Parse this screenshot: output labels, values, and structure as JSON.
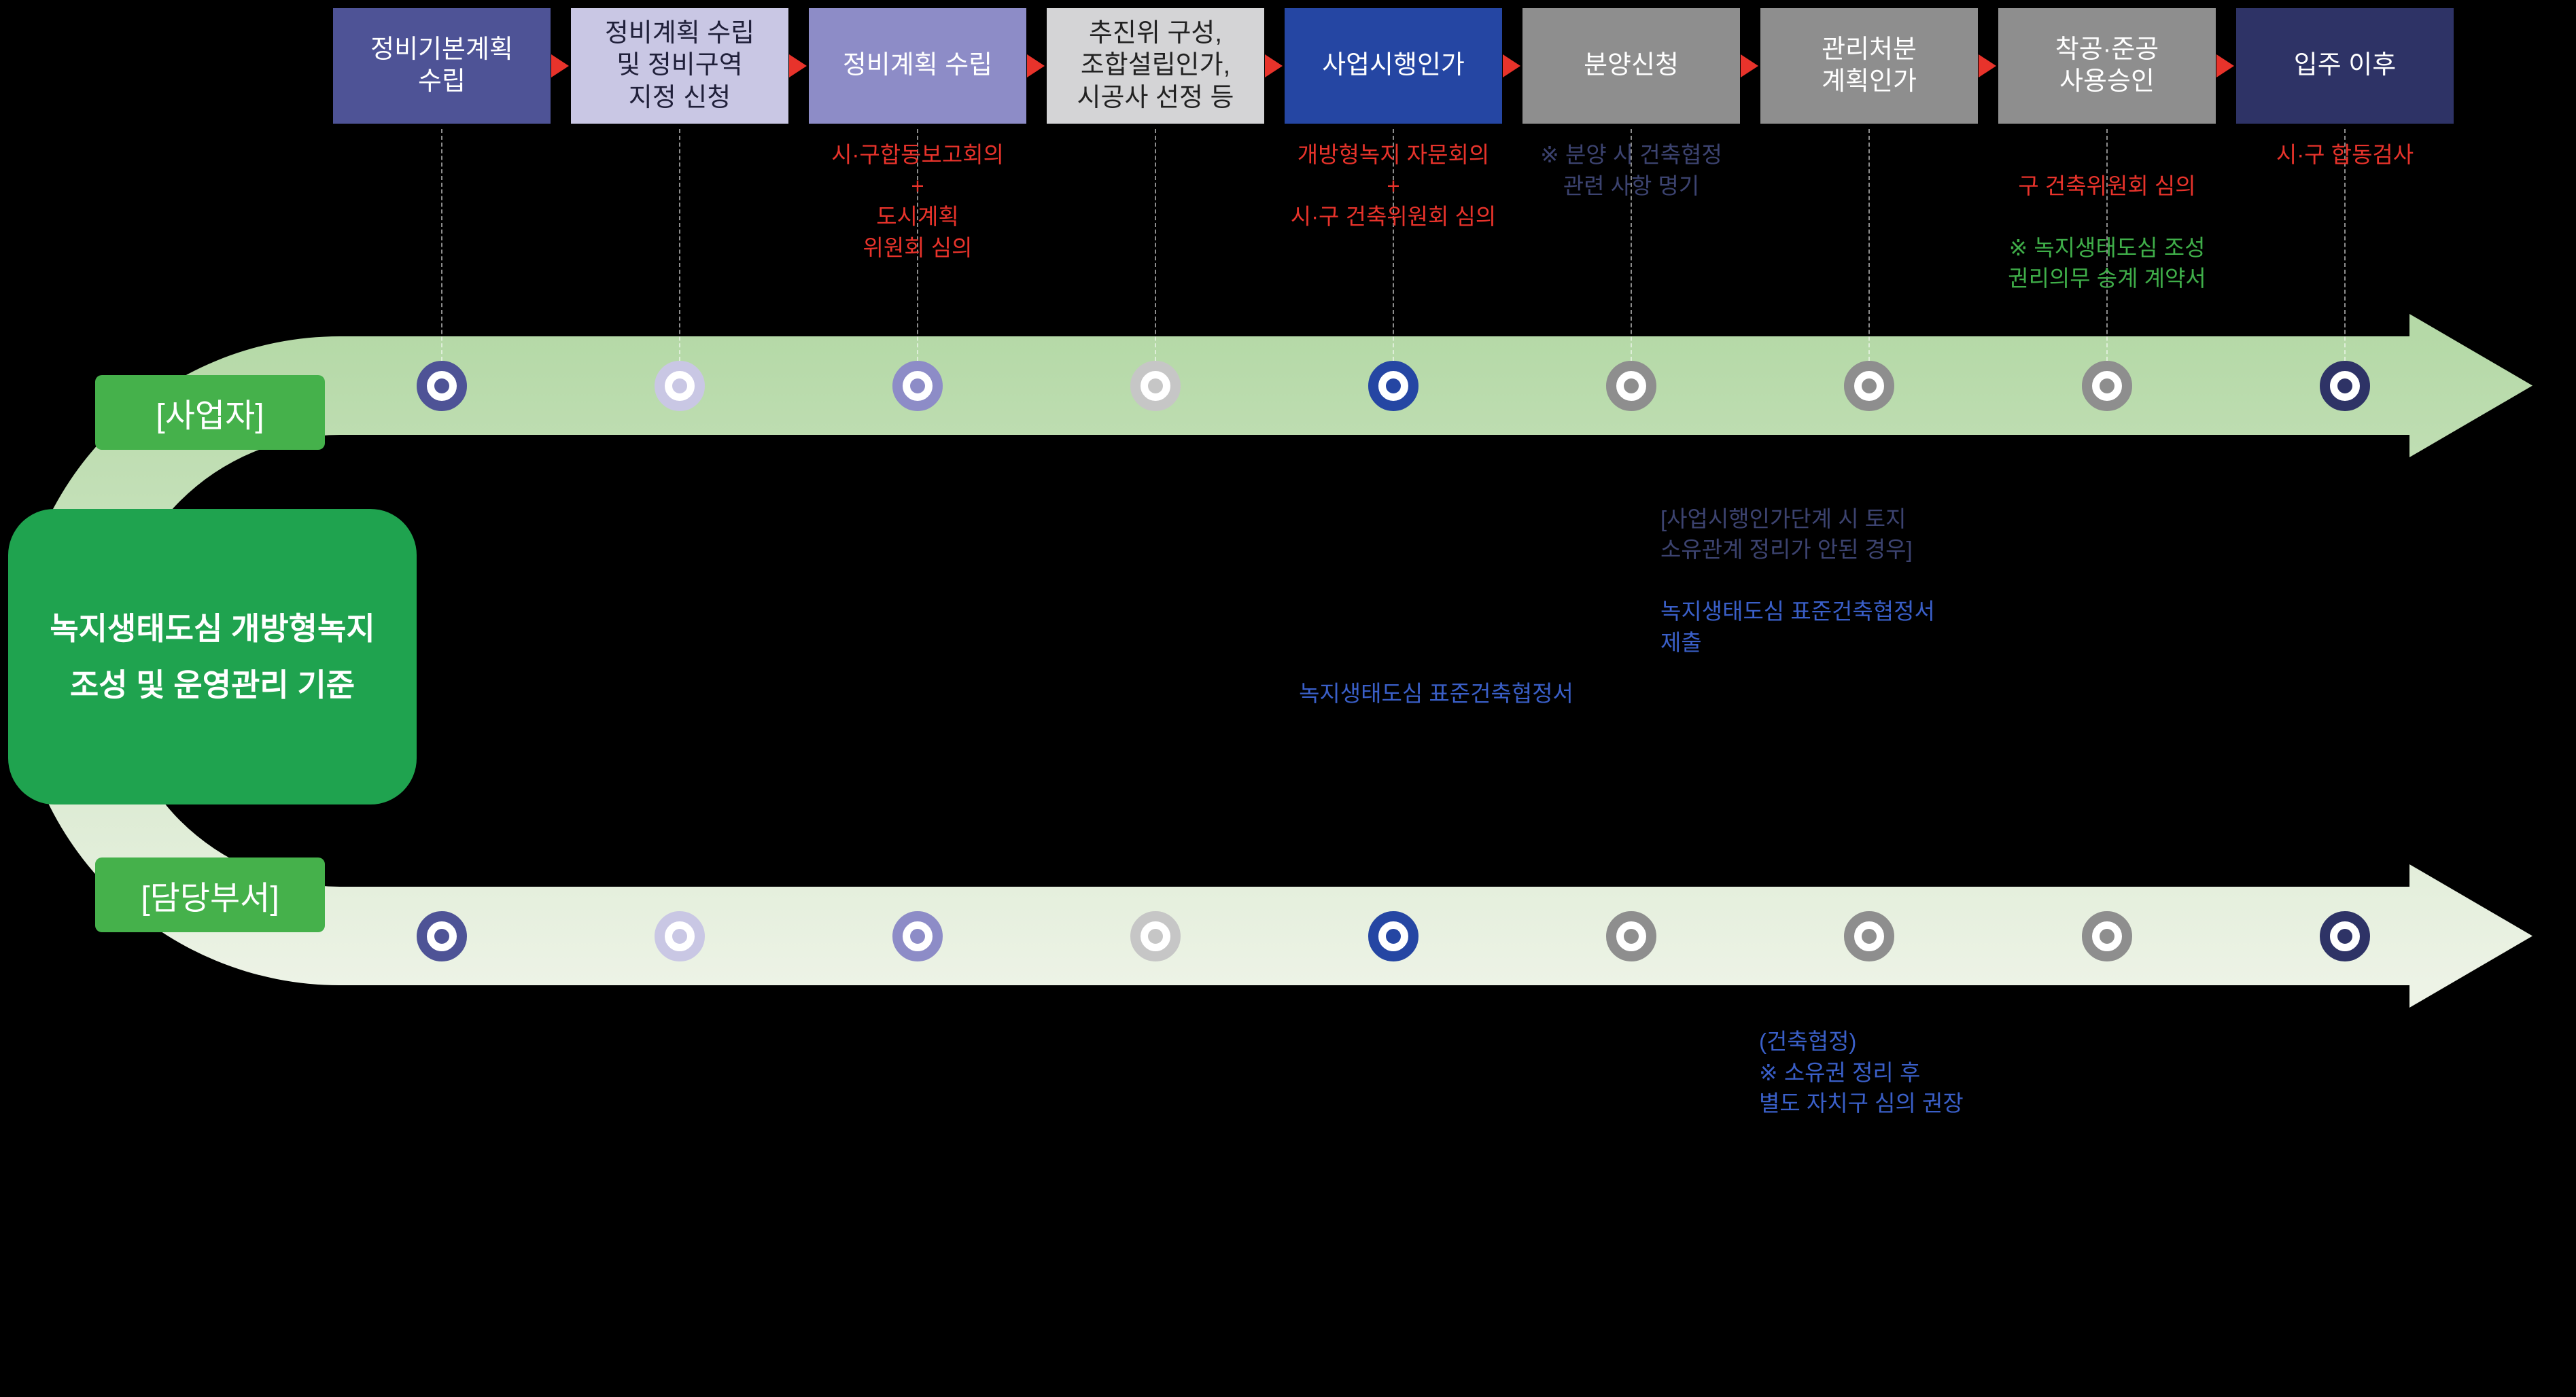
{
  "colors": {
    "background": "#000000",
    "red_accent": "#e8332b",
    "green_accent": "#3fae49",
    "blue_accent": "#3a5fc8",
    "navy_accent": "#3c4370",
    "band_top_green": "#b5d9a7",
    "band_bottom_green": "#edf3e6",
    "lane_label_green": "#45b14b",
    "criteria_box_green": "#1fa34f"
  },
  "stages": [
    {
      "label": "정비기본계획\n수립",
      "style": "background:#4e5396;color:#ffffff",
      "circle_style": "color:#4e5396"
    },
    {
      "label": "정비계획 수립\n및 정비구역\n지정 신청",
      "style": "background:#c9c7e4;color:#20203a",
      "circle_style": "color:#c9c7e4"
    },
    {
      "label": "정비계획 수립",
      "style": "background:#8d8cc7;color:#ffffff",
      "circle_style": "color:#8d8cc7"
    },
    {
      "label": "추진위 구성,\n조합설립인가,\n시공사 선정 등",
      "style": "background:#d4d4d6;color:#222222",
      "circle_style": "color:#c6c6c6"
    },
    {
      "label": "사업시행인가",
      "style": "background:#2546a3;color:#ffffff",
      "circle_style": "color:#2546a3"
    },
    {
      "label": "분양신청",
      "style": "background:#8e8e8e;color:#ffffff",
      "circle_style": "color:#8e8e8e"
    },
    {
      "label": "관리처분\n계획인가",
      "style": "background:#8e8e8e;color:#ffffff",
      "circle_style": "color:#8e8e8e"
    },
    {
      "label": "착공·준공\n사용승인",
      "style": "background:#8e8e8e;color:#ffffff",
      "circle_style": "color:#8e8e8e"
    },
    {
      "label": "입주 이후",
      "style": "background:#2e3366;color:#ffffff",
      "circle_style": "color:#2e3366"
    }
  ],
  "lanes": {
    "top_label": "[사업자]",
    "bottom_label": "[담당부서]"
  },
  "criteria_box": {
    "label": "녹지생태도심 개방형녹지\n조성 및 운영관리 기준"
  },
  "annotations": {
    "plan_review": "시·구합동보고회의\n+\n도시계획\n위원회 심의",
    "approval_review": "개방형녹지 자문회의\n+\n시·구 건축위원회 심의",
    "sale_note": "※ 분양 시 건축협정\n관련 사항 명기",
    "construction_review": "구 건축위원회 심의",
    "construction_note": "※ 녹지생태도심 조성\n권리의무 승계 계약서",
    "movein_review": "시·구 합동검사",
    "land_case_header": "[사업시행인가단계 시 토지\n소유관계 정리가 안된 경우]",
    "land_case_action": "녹지생태도심 표준건축협정서\n제출",
    "agreement_center": "녹지생태도심 표준건축협정서",
    "agreement_note": "(건축협정)\n※ 소유권 정리 후\n별도 자치구 심의 권장"
  }
}
